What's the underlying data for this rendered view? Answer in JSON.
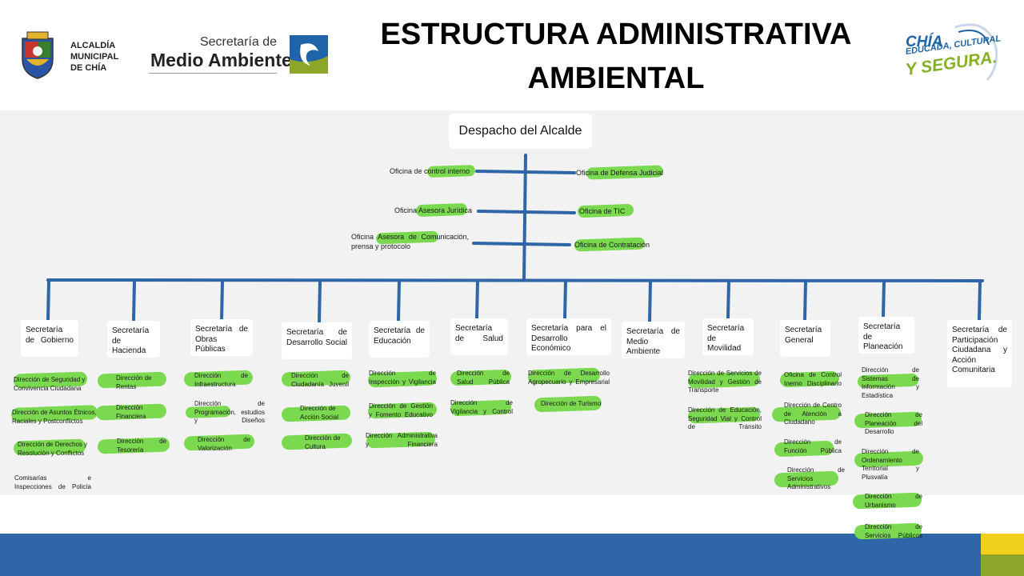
{
  "header": {
    "title_line1": "ESTRUCTURA ADMINISTRATIVA",
    "title_line2": "AMBIENTAL",
    "alcaldia": [
      "ALCALDÍA",
      "MUNICIPAL",
      "DE CHÍA"
    ],
    "secretaria_top": "Secretaría de",
    "secretaria_bottom": "Medio Ambiente",
    "slogan": [
      "CHÍA",
      "EDUCADA, CULTURAL",
      "Y SEGURA."
    ]
  },
  "despacho": "Despacho del Alcalde",
  "offices_left": [
    "Oficina de control interno",
    "Oficina Asesora Jurídica",
    "Oficina Asesora de Comunicación, prensa y protocolo"
  ],
  "offices_right": [
    "Oficina de Defensa Judicial",
    "Oficina de TIC",
    "Oficina de Contratación"
  ],
  "secretarias": [
    "Secretaría de Gobierno",
    "Secretaría de Hacienda",
    "Secretaría de Obras Públicas",
    "Secretaría de Desarrollo Social",
    "Secretaría de Educación",
    "Secretaría de Salud",
    "Secretaría para el Desarrollo Económico",
    "Secretaría de Medio Ambiente",
    "Secretaría de Movilidad",
    "Secretaría General",
    "Secretaría de Planeación",
    "Secretaría de Participación Ciudadana y Acción Comunitaria"
  ],
  "direcciones": {
    "gobierno": [
      "Dirección de Seguridad y Convivencia Ciudadana",
      "Dirección de Asuntos Étnicos, Raciales y Postconflictos",
      "Dirección de Derechos y Resolución y Conflictos",
      "Comisarías e Inspecciones de Policía"
    ],
    "hacienda": [
      "Dirección de Rentas",
      "Dirección Financiera",
      "Dirección de Tesorería"
    ],
    "obras": [
      "Dirección de Infraestructura",
      "Dirección de Programación, estudios y Diseños",
      "Dirección de Valorización"
    ],
    "social": [
      "Dirección de Ciudadanía Juvenil",
      "Dirección de Acción Social",
      "Dirección de Cultura"
    ],
    "educacion": [
      "Dirección de Inspección y Vigilancia",
      "Dirección de Gestión y Fomento Educativo",
      "Dirección Administrativa y Financiera"
    ],
    "salud": [
      "Dirección de Salud Pública",
      "Dirección de Vigilancia y Control"
    ],
    "economico": [
      "Dirección de Desarrollo Agropecuario y Empresarial",
      "Dirección de Turismo"
    ],
    "movilidad": [
      "Dirección de Servicios de Movilidad y Gestión de Transporte",
      "Dirección de Educación, Seguridad Vial y Control de Tránsito"
    ],
    "general": [
      "Oficina de Control Inerno Disciplinario",
      "Dirección de Centro de Atención a Ciudadano",
      "Dirección de Función Pública",
      "Dirección de Servicios Administrativos"
    ],
    "planeacion": [
      "Dirección de Sistemas de Información y Estadística",
      "Dirección de Planeación del Desarrollo",
      "Dirección de Ordenamiento Territorial y Plusvalía",
      "Dirección de Urbanismo",
      "Dirección de Servicios Públicos"
    ]
  },
  "colors": {
    "line": "#2f66a8",
    "highlight": "#7ad94f",
    "footer_blue": "#2f66a8",
    "footer_yellow": "#f0cf1d",
    "footer_green": "#8ca62a"
  }
}
